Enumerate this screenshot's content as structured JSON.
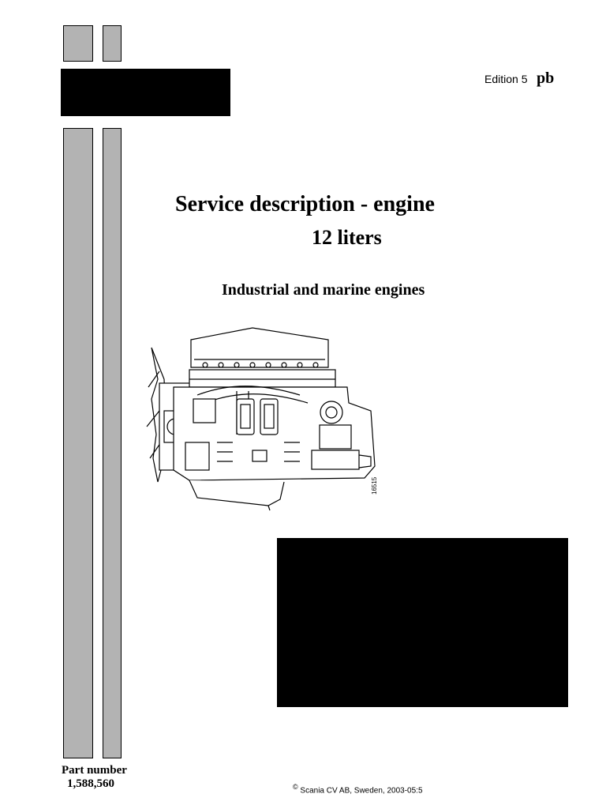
{
  "header": {
    "edition_label": "Edition 5",
    "edition_code": "pb"
  },
  "title": {
    "line1": "Service description - engine",
    "line2": "12 liters"
  },
  "subtitle": "Industrial and marine engines",
  "figure": {
    "name": "engine-illustration",
    "id": "16515"
  },
  "footer": {
    "part_label": "Part number",
    "part_number": "1,588,560",
    "copyright_symbol": "©",
    "copyright_text": "Scania CV AB, Sweden, 2003-05:5"
  },
  "colors": {
    "bar_fill": "#b3b3b3",
    "block_fill": "#000000"
  }
}
